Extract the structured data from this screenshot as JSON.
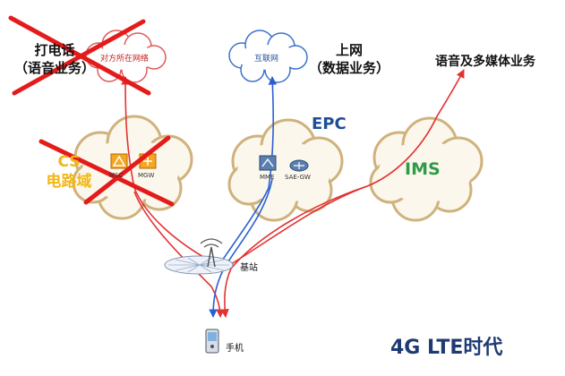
{
  "labels": {
    "call_line1": "打电话",
    "call_line2": "（语音业务）",
    "peer_network": "对方所在网络",
    "internet": "互联网",
    "web_line1": "上网",
    "web_line2": "（数据业务）",
    "voice_multimedia": "语音及多媒体业务",
    "epc": "EPC",
    "cs_line1": "CS",
    "cs_line2": "电路域",
    "msc": "MSC",
    "mgw": "MGW",
    "mme": "MME",
    "sae_gw": "SAE-GW",
    "ims": "IMS",
    "base_station": "基站",
    "handset": "手机",
    "era": "4G LTE时代"
  },
  "colors": {
    "cloud_fill": "#fbf7ec",
    "cloud_edge": "#cfb27c",
    "small_cloud_edge": "#e05a5a",
    "internet_cloud_edge": "#3c73c8",
    "cross": "#e41b1b",
    "path_red": "#e23232",
    "path_blue": "#2a5fd0",
    "epc_text": "#1f4e96",
    "cs_text": "#f2b716",
    "ims_text": "#2e9a4a"
  },
  "icons": [
    "cross-mark-icon",
    "msc-switch-icon",
    "mgw-gateway-icon",
    "mme-server-icon",
    "router-icon",
    "antenna-tower-icon",
    "mobile-phone-icon"
  ]
}
